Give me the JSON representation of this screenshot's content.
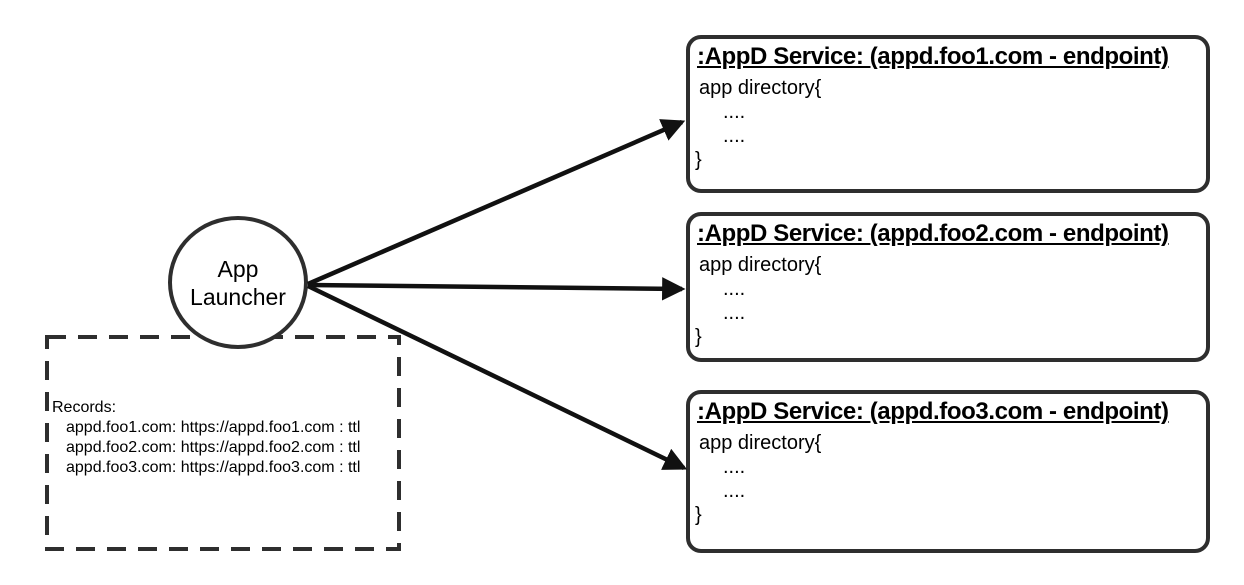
{
  "diagram": {
    "launcher": {
      "label": "App Launcher"
    },
    "records": {
      "header": "Records:",
      "items": [
        "appd.foo1.com: https://appd.foo1.com : ttl",
        "appd.foo2.com: https://appd.foo2.com : ttl",
        "appd.foo3.com: https://appd.foo3.com : ttl"
      ]
    },
    "services": [
      {
        "title": ":AppD Service: (appd.foo1.com - endpoint)",
        "body": [
          "app directory{",
          "....",
          "....",
          "}"
        ]
      },
      {
        "title": ":AppD Service: (appd.foo2.com - endpoint)",
        "body": [
          "app directory{",
          "....",
          "....",
          "}"
        ]
      },
      {
        "title": ":AppD Service: (appd.foo3.com - endpoint)",
        "body": [
          "app directory{",
          "....",
          "....",
          "}"
        ]
      }
    ],
    "colors": {
      "stroke": "#2e2e2e",
      "arrow": "#111111",
      "text": "#000000",
      "background": "#ffffff"
    }
  }
}
